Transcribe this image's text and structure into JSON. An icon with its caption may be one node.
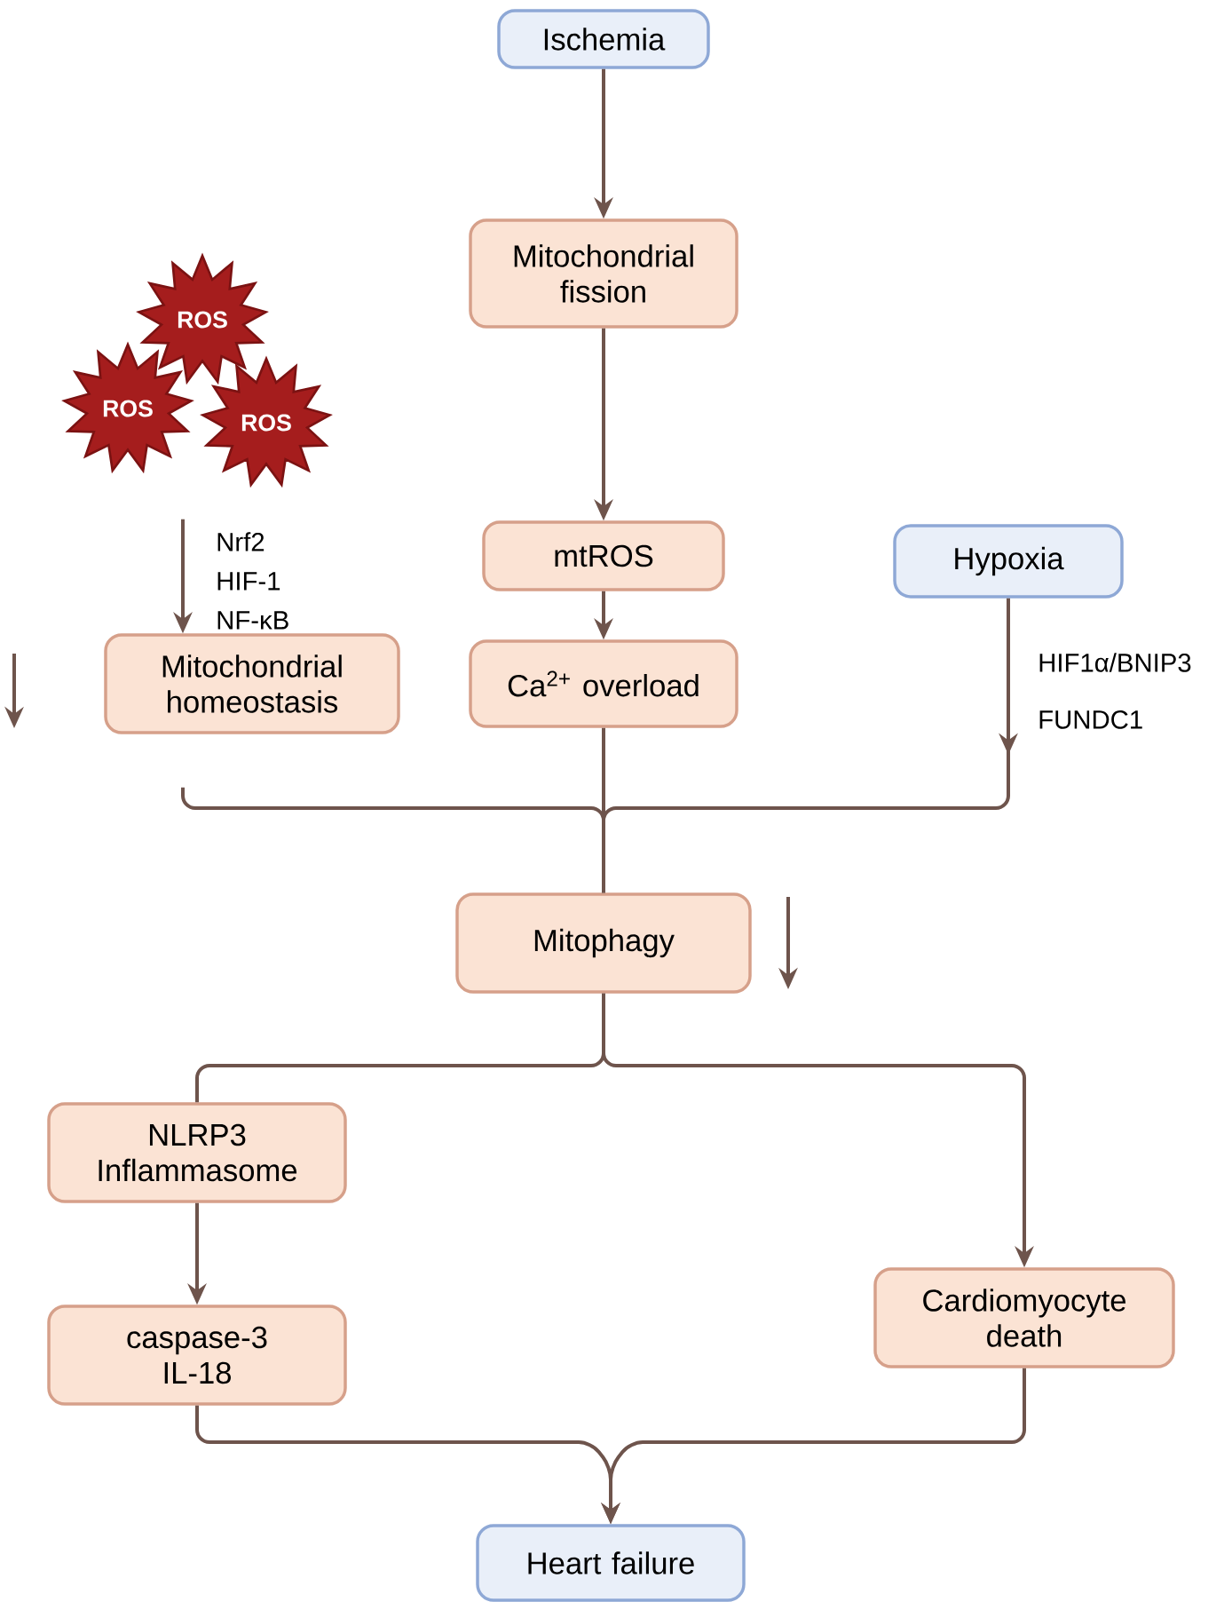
{
  "diagram": {
    "nodes": [
      {
        "text": [
          "Ischemia"
        ]
      },
      {
        "text": [
          "Mitochondrial fission"
        ]
      },
      {
        "text": [
          "mtROS"
        ]
      },
      {
        "text": [
          "Hypoxia"
        ]
      },
      {
        "text": [
          "ROS"
        ]
      },
      {
        "text": [
          "ROS"
        ]
      },
      {
        "text": [
          "ROS"
        ]
      },
      {
        "text": [
          "Mitochondrial homeostasis"
        ]
      },
      {
        "text": [
          "Ca$^{2+}$ overload"
        ]
      },
      {
        "text": [
          "Mitophagy"
        ]
      },
      {
        "text": [
          "NLRP3 Inflammasome"
        ]
      },
      {
        "text": [
          "caspase-3 IL-18"
        ]
      },
      {
        "text": [
          "Cardiomyocyte death"
        ]
      },
      {
        "text": [
          "Heart failure"
        ]
      }
    ],
    "edges": [
      {
        "from": 0,
        "to": 1,
        "arrow": "to"
      },
      {
        "from": 1,
        "to": 2,
        "arrow": "to"
      },
      {
        "from": 2,
        "to": 8,
        "arrow": "to"
      },
      {
        "from": 6,
        "to": 7,
        "arrow": "to",
        "label": "Nrf2 HIF-1 NF-κB"
      },
      {
        "from": 3,
        "to": 9,
        "arrow": "to",
        "label": "HIF1α/BNIP3 FUNDC1"
      },
      {
        "from": 7,
        "to": 9,
        "arrow": "none"
      },
      {
        "from": 8,
        "to": 9,
        "arrow": "none"
      },
      {
        "from": 9,
        "to": 10,
        "arrow": "none"
      },
      {
        "from": 9,
        "to": 12,
        "arrow": "to"
      },
      {
        "from": 10,
        "to": 11,
        "arrow": "to"
      },
      {
        "from": 11,
        "to": 13,
        "arrow": "to"
      },
      {
        "from": 12,
        "to": 13,
        "arrow": "to"
      }
    ]
  }
}
